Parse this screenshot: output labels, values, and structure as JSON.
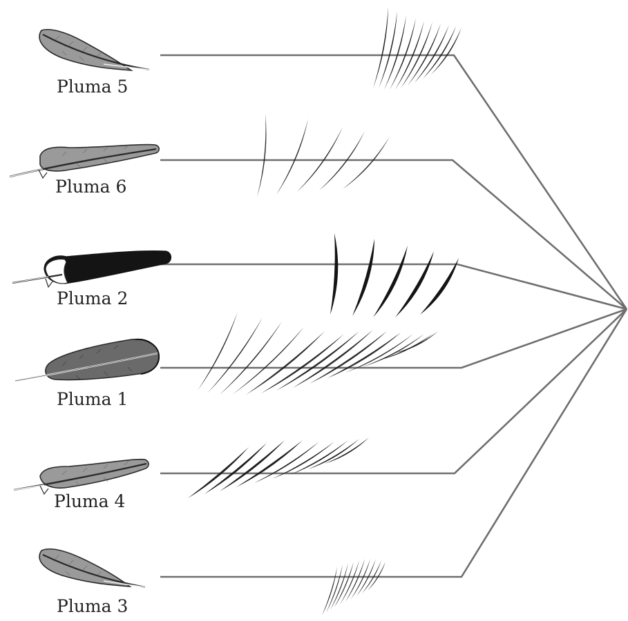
{
  "colors": {
    "line": "#6e6e6e",
    "feather_gray": "#9a9a9a",
    "feather_dark": "#6a6a6a",
    "feather_black": "#141414",
    "rachis": "#f2f2f2",
    "text": "#222222"
  },
  "feathers": [
    {
      "id": "pluma-5",
      "label": "Pluma 5",
      "icon": "feather-icon-gray-short",
      "color": "gray"
    },
    {
      "id": "pluma-6",
      "label": "Pluma 6",
      "icon": "feather-icon-gray-long",
      "color": "gray"
    },
    {
      "id": "pluma-2",
      "label": "Pluma 2",
      "icon": "feather-icon-black",
      "color": "black"
    },
    {
      "id": "pluma-1",
      "label": "Pluma 1",
      "icon": "feather-icon-dark-broad",
      "color": "dark"
    },
    {
      "id": "pluma-4",
      "label": "Pluma 4",
      "icon": "feather-icon-gray-long",
      "color": "gray"
    },
    {
      "id": "pluma-3",
      "label": "Pluma 3",
      "icon": "feather-icon-gray-short",
      "color": "gray"
    }
  ]
}
